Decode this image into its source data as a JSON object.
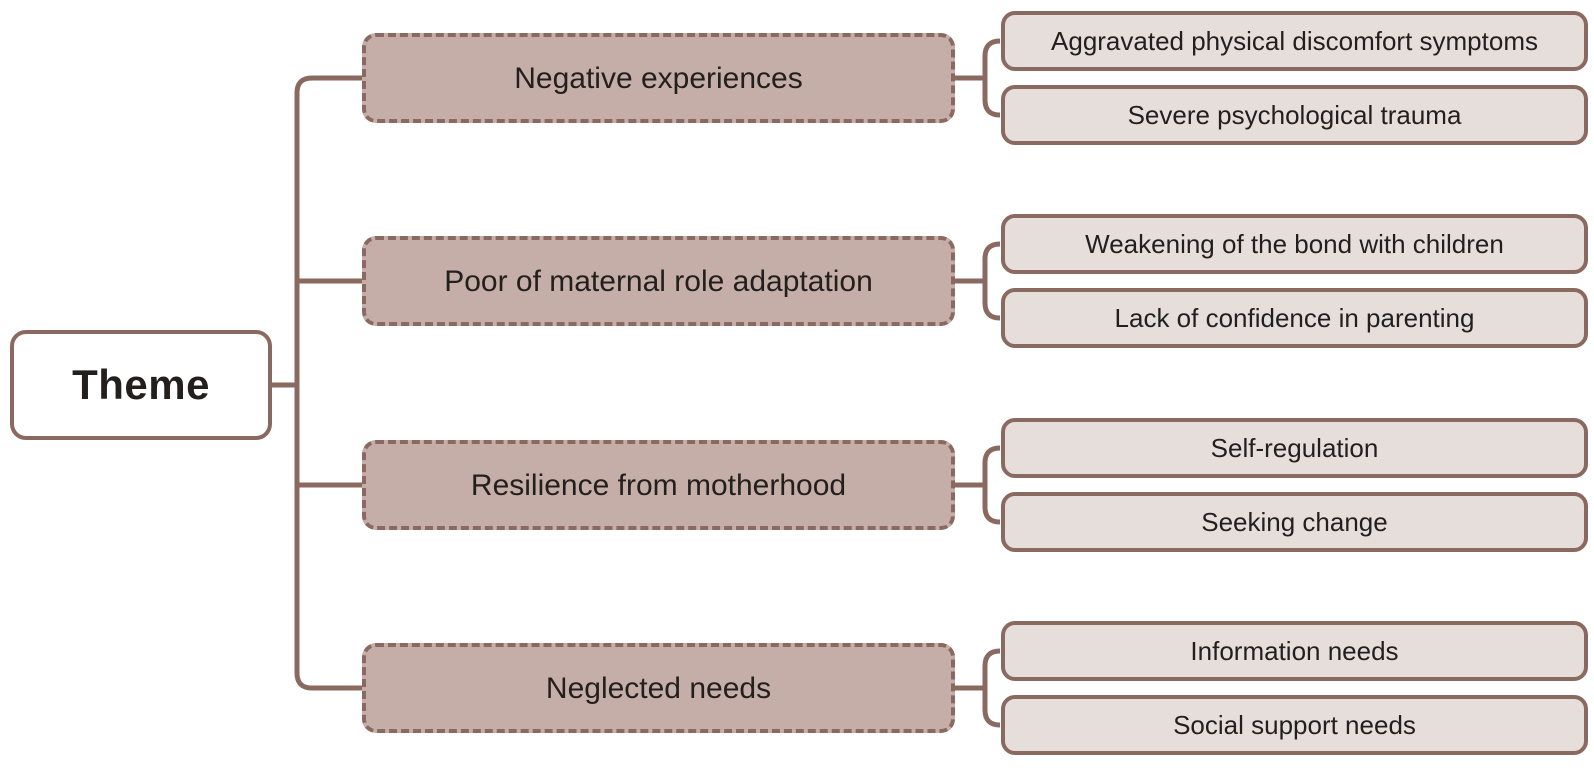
{
  "diagram": {
    "title": "Theme",
    "type": "mind-map",
    "colors": {
      "background": "#ffffff",
      "border": "#8a6a60",
      "root_fill": "#ffffff",
      "branch_fill": "#c4aea7",
      "leaf_fill": "#e6dedb",
      "text": "#231f1d"
    },
    "root": {
      "label": "Theme"
    },
    "branches": [
      {
        "label": "Negative experiences",
        "leaves": [
          {
            "label": "Aggravated physical discomfort symptoms"
          },
          {
            "label": "Severe psychological trauma"
          }
        ]
      },
      {
        "label": "Poor of maternal role adaptation",
        "leaves": [
          {
            "label": "Weakening of the bond with children"
          },
          {
            "label": "Lack of confidence in parenting"
          }
        ]
      },
      {
        "label": "Resilience from motherhood",
        "leaves": [
          {
            "label": "Self-regulation"
          },
          {
            "label": "Seeking change"
          }
        ]
      },
      {
        "label": "Neglected needs",
        "leaves": [
          {
            "label": "Information needs"
          },
          {
            "label": "Social support needs"
          }
        ]
      }
    ]
  }
}
